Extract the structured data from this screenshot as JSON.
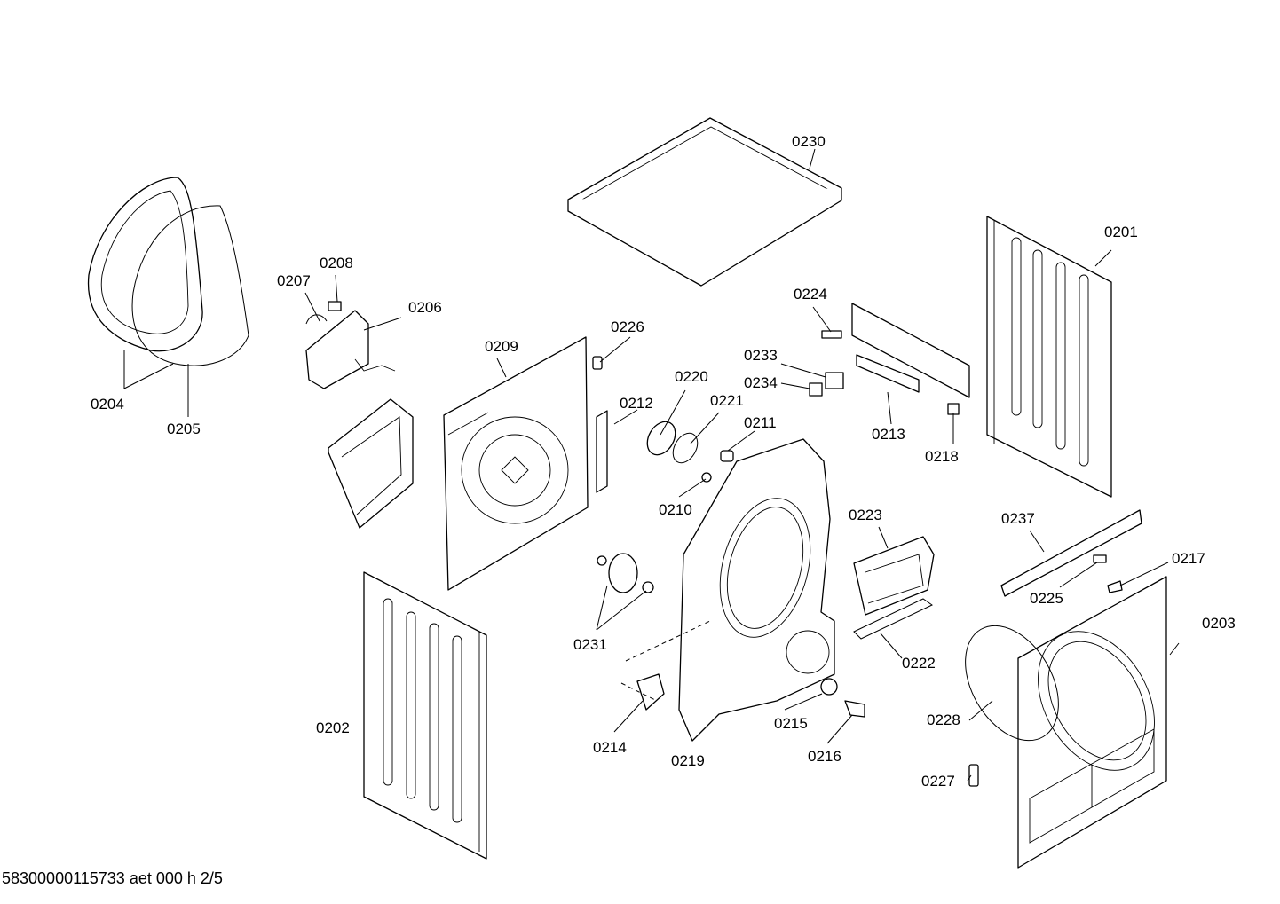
{
  "parts": [
    {
      "id": "p0201",
      "label": "0201"
    },
    {
      "id": "p0202",
      "label": "0202"
    },
    {
      "id": "p0203",
      "label": "0203"
    },
    {
      "id": "p0204",
      "label": "0204"
    },
    {
      "id": "p0205",
      "label": "0205"
    },
    {
      "id": "p0206",
      "label": "0206"
    },
    {
      "id": "p0207",
      "label": "0207"
    },
    {
      "id": "p0208",
      "label": "0208"
    },
    {
      "id": "p0209",
      "label": "0209"
    },
    {
      "id": "p0210",
      "label": "0210"
    },
    {
      "id": "p0211",
      "label": "0211"
    },
    {
      "id": "p0212",
      "label": "0212"
    },
    {
      "id": "p0213",
      "label": "0213"
    },
    {
      "id": "p0214",
      "label": "0214"
    },
    {
      "id": "p0215",
      "label": "0215"
    },
    {
      "id": "p0216",
      "label": "0216"
    },
    {
      "id": "p0217",
      "label": "0217"
    },
    {
      "id": "p0218",
      "label": "0218"
    },
    {
      "id": "p0219",
      "label": "0219"
    },
    {
      "id": "p0220",
      "label": "0220"
    },
    {
      "id": "p0221",
      "label": "0221"
    },
    {
      "id": "p0222",
      "label": "0222"
    },
    {
      "id": "p0223",
      "label": "0223"
    },
    {
      "id": "p0224",
      "label": "0224"
    },
    {
      "id": "p0225",
      "label": "0225"
    },
    {
      "id": "p0226",
      "label": "0226"
    },
    {
      "id": "p0227",
      "label": "0227"
    },
    {
      "id": "p0228",
      "label": "0228"
    },
    {
      "id": "p0230",
      "label": "0230"
    },
    {
      "id": "p0231",
      "label": "0231"
    },
    {
      "id": "p0233",
      "label": "0233"
    },
    {
      "id": "p0234",
      "label": "0234"
    },
    {
      "id": "p0237",
      "label": "0237"
    }
  ],
  "footer": {
    "reference": "58300000115733 aet 000 h 2/5"
  }
}
